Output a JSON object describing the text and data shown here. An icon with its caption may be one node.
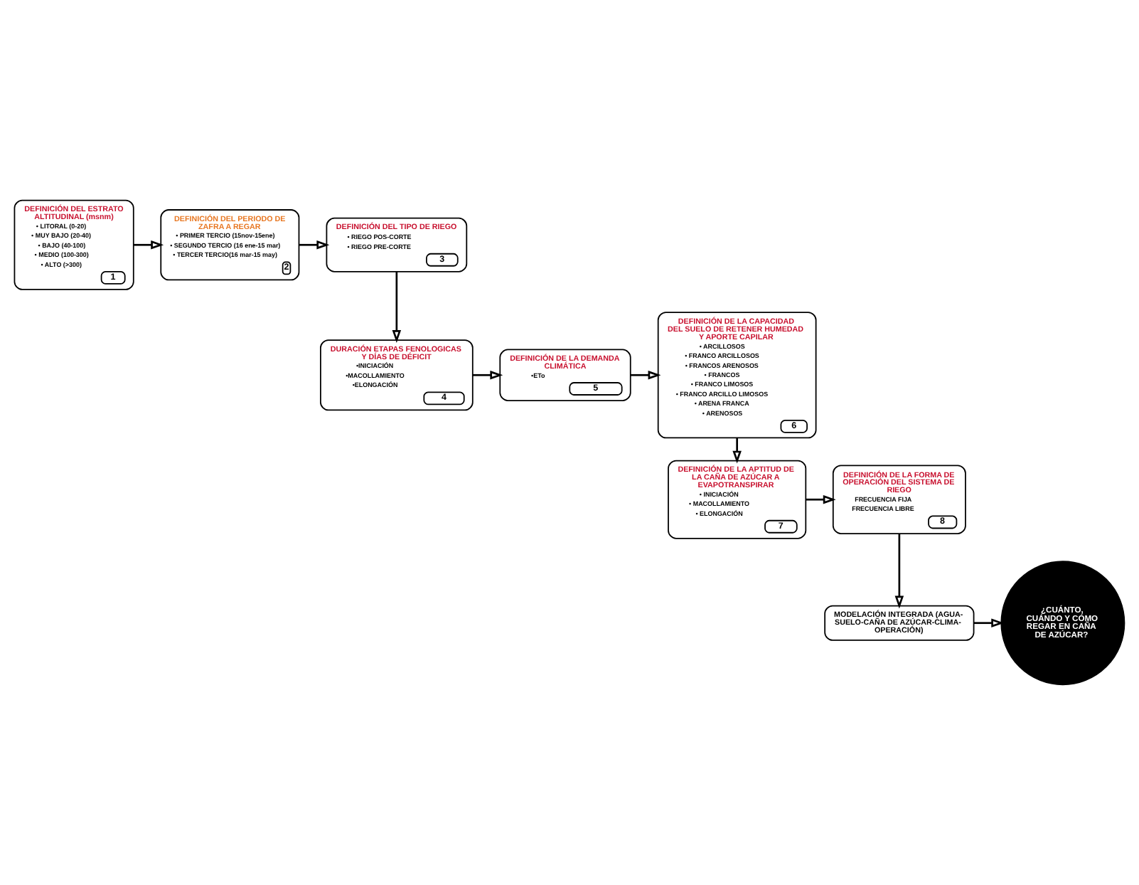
{
  "diagram": {
    "nodes": [
      {
        "text": [
          "DEFINICIÓN DEL ESTRATO ALTITUDINAL (msnm)",
          "• LITORAL (0-20)",
          "• MUY BAJO (20-40)",
          "• BAJO (40-100)",
          "• MEDIO (100-300)",
          "• ALTO (>300)",
          "1"
        ]
      },
      {
        "text": [
          "DEFINICIÓN DEL PERIODO DE ZAFRA A REGAR",
          "• PRIMER TERCIO (15nov-15ene)",
          "• SEGUNDO TERCIO (16 ene-15 mar)",
          "• TERCER TERCIO(16 mar-15 may)",
          "2"
        ]
      },
      {
        "text": [
          "DEFINICIÓN DEL TIPO DE RIEGO",
          "• RIEGO POS-CORTE",
          "• RIEGO PRE-CORTE",
          "3"
        ]
      },
      {
        "text": [
          "DURACIÓN ETAPAS FENOLOGICAS Y DÍAS DE DÉFICIT",
          "•INICIACIÓN",
          "•MACOLLAMIENTO",
          "•ELONGACIÓN",
          "4"
        ]
      },
      {
        "text": [
          "DEFINICIÓN DE LA DEMANDA CLIMÁTICA",
          "•ETo",
          "5"
        ]
      },
      {
        "text": [
          "DEFINICIÓN DE LA CAPACIDAD DEL SUELO DE RETENER HUMEDAD Y APORTE CAPILAR",
          "• ARCILLOSOS",
          "• FRANCO ARCILLOSOS",
          "• FRANCOS ARENOSOS",
          "• FRANCOS",
          "• FRANCO LIMOSOS",
          "• FRANCO ARCILLO LIMOSOS",
          "• ARENA FRANCA",
          "• ARENOSOS",
          "6"
        ]
      },
      {
        "text": [
          "DEFINICIÓN DE LA APTITUD DE LA CAÑA DE AZÚCAR A EVAPOTRANSPIRAR",
          "• INICIACIÓN",
          "• MACOLLAMIENTO",
          "• ELONGACIÓN",
          "7"
        ]
      },
      {
        "text": [
          "DEFINICIÓN DE LA FORMA DE OPERACIÓN DEL SISTEMA DE RIEGO",
          "FRECUENCIA FIJA",
          "FRECUENCIA LIBRE",
          "8"
        ]
      },
      {
        "text": [
          "MODELACIÓN INTEGRADA (AGUA-SUELO-CAÑA DE AZÚCAR-CLIMA-OPERACIÓN)"
        ]
      },
      {
        "text": [
          "¿CUÁNTO, CUÁNDO Y CÓMO REGAR EN CAÑA DE AZÚCAR?"
        ]
      }
    ],
    "edges": [
      {
        "from": 0,
        "to": 1,
        "arrow": "to"
      },
      {
        "from": 1,
        "to": 2,
        "arrow": "to"
      },
      {
        "from": 2,
        "to": 3,
        "arrow": "to"
      },
      {
        "from": 3,
        "to": 4,
        "arrow": "to"
      },
      {
        "from": 4,
        "to": 5,
        "arrow": "to"
      },
      {
        "from": 5,
        "to": 6,
        "arrow": "to"
      },
      {
        "from": 6,
        "to": 7,
        "arrow": "to"
      },
      {
        "from": 7,
        "to": 8,
        "arrow": "to"
      },
      {
        "from": 8,
        "to": 9,
        "arrow": "to"
      }
    ]
  }
}
